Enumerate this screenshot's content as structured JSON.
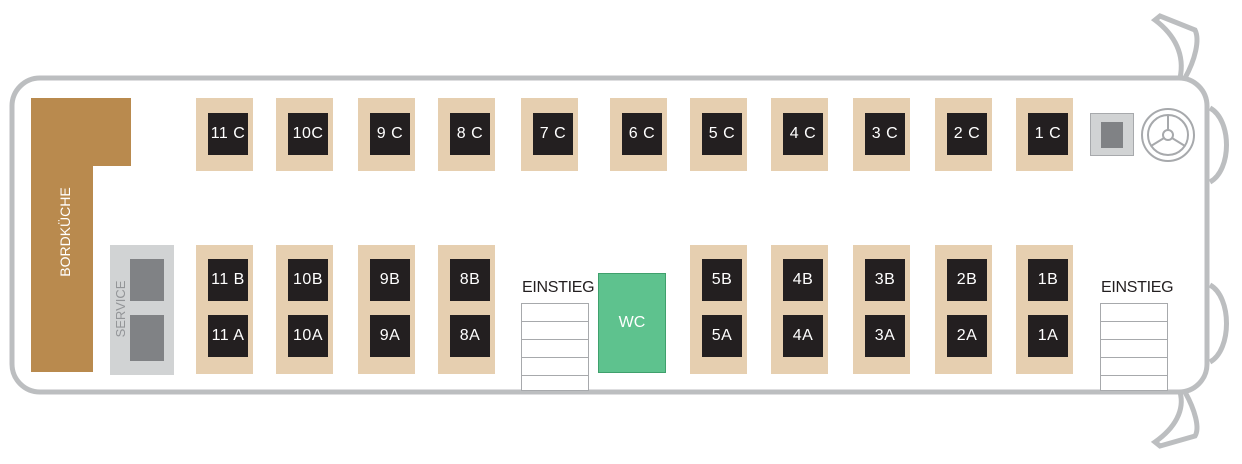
{
  "title": "",
  "labels": {
    "galley": "BORDKÜCHE",
    "service": "SERVICE",
    "entrance_middle": "EINSTIEG",
    "entrance_front": "EINSTIEG",
    "wc": "WC"
  },
  "seats": {
    "row_c": [
      "11 C",
      "10C",
      "9 C",
      "8 C",
      "7 C",
      "6 C",
      "5 C",
      "4 C",
      "3 C",
      "2 C",
      "1 C"
    ],
    "row_b": [
      "11 B",
      "10B",
      "9B",
      "8B",
      "5B",
      "4B",
      "3B",
      "2B",
      "1B"
    ],
    "row_a": [
      "11 A",
      "10A",
      "9A",
      "8A",
      "5A",
      "4A",
      "3A",
      "2A",
      "1A"
    ]
  },
  "colors": {
    "seat_frame": "#e6cfb0",
    "seat_cushion": "#231f20",
    "galley": "#b98a4e",
    "wc": "#5ec28e",
    "outline": "#bcbec0",
    "service": "#d1d3d4"
  },
  "icons": {
    "steering": "steering-wheel-icon",
    "driver": "driver-seat-icon"
  }
}
